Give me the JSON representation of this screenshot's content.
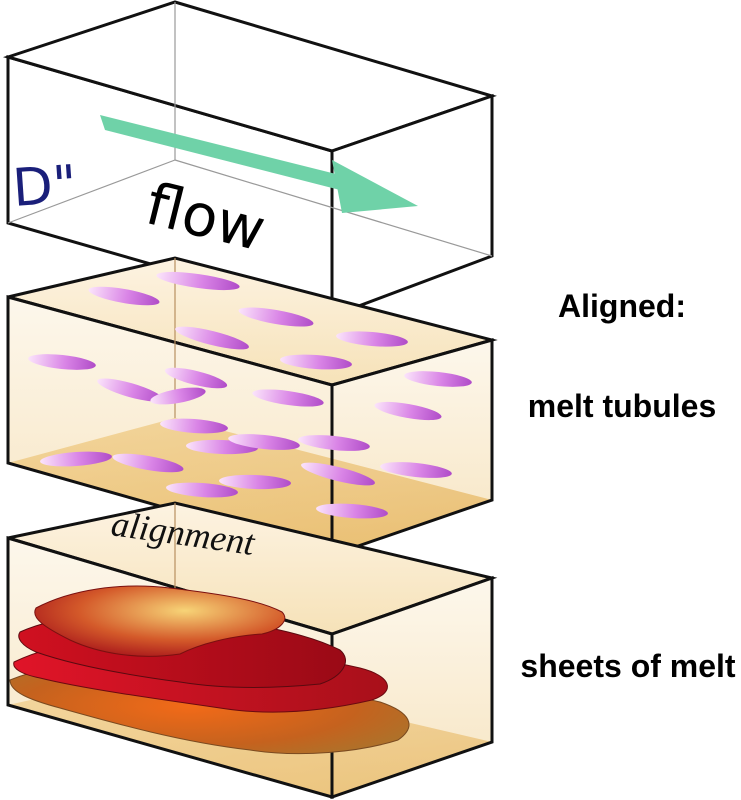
{
  "labels": {
    "d_double_prime": "D\"",
    "flow": "flow",
    "aligned": "Aligned:",
    "melt_tubules": "melt tubules",
    "alignment": "alignment",
    "sheets_of_melt": "sheets of melt"
  },
  "colors": {
    "box_edge": "#111111",
    "flow_arrow": "#6fd2a8",
    "d_label": "#1a1f7a",
    "layer_fill": "#f4dca8",
    "tubule": "#c770d8",
    "sheet_top": "#d9a75a",
    "sheet_mid": "#c8101e",
    "sheet_bottom": "#b8651e"
  }
}
